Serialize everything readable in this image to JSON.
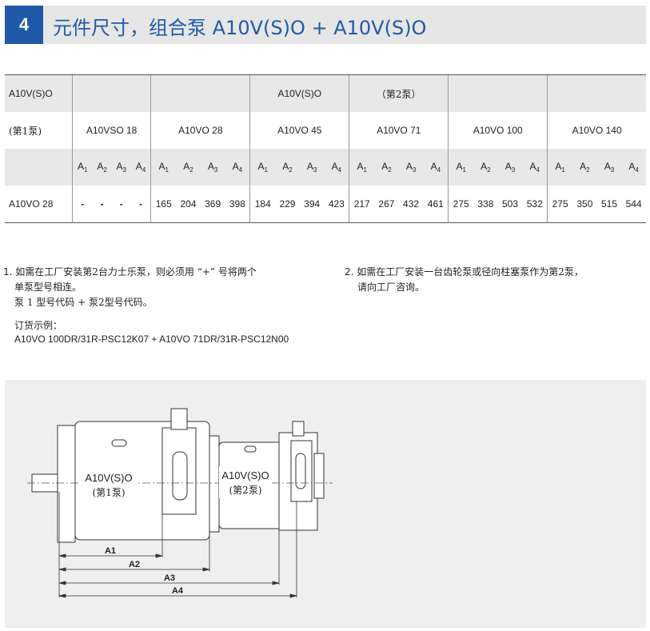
{
  "section": {
    "number": "4",
    "title": "元件尺寸，组合泵 A10V(S)O + A10V(S)O"
  },
  "table": {
    "row1": {
      "c0": "A10V(S)O",
      "pump2_model": "A10V(S)O",
      "pump2_label": "（第2泵）"
    },
    "row2": {
      "c0": "(第1泵)",
      "models": [
        "A10VSO 18",
        "A10VO 28",
        "A10VO 45",
        "A10VO 71",
        "A10VO 100",
        "A10VO 140"
      ]
    },
    "dim_letter": "A",
    "dim_indices": [
      "1",
      "2",
      "3",
      "4"
    ],
    "row4": {
      "c0": "A10VO 28",
      "values": [
        [
          "-",
          "-",
          "-",
          "-"
        ],
        [
          "165",
          "204",
          "369",
          "398"
        ],
        [
          "184",
          "229",
          "394",
          "423"
        ],
        [
          "217",
          "267",
          "432",
          "461"
        ],
        [
          "275",
          "338",
          "503",
          "532"
        ],
        [
          "275",
          "350",
          "515",
          "544"
        ]
      ]
    }
  },
  "notes": {
    "n1_num": "1.",
    "n1_l1": "如需在工厂安装第2台力士乐泵，则必须用 “+” 号将两个",
    "n1_l2": "单泵型号相连。",
    "n1_l3": "泵 1 型号代码 + 泵2型号代码。",
    "order_label": "订货示例：",
    "order_example": "A10VO 100DR/31R-PSC12K07 + A10VO 71DR/31R-PSC12N00",
    "n2_num": "2.",
    "n2_l1": "如需在工厂安装一台齿轮泵或径向柱塞泵作为第2泵，",
    "n2_l2": "请向工厂咨询。"
  },
  "figure": {
    "pump1_name": "A10V(S)O",
    "pump1_label": "(第1泵)",
    "pump2_name": "A10V(S)O",
    "pump2_label": "(第2泵)",
    "dims": [
      "A1",
      "A2",
      "A3",
      "A4"
    ]
  },
  "colors": {
    "accent": "#1f5aa8",
    "header_bg": "#e6e6e6",
    "row_shade": "#e8e8e8",
    "figure_bg": "#efefef"
  }
}
